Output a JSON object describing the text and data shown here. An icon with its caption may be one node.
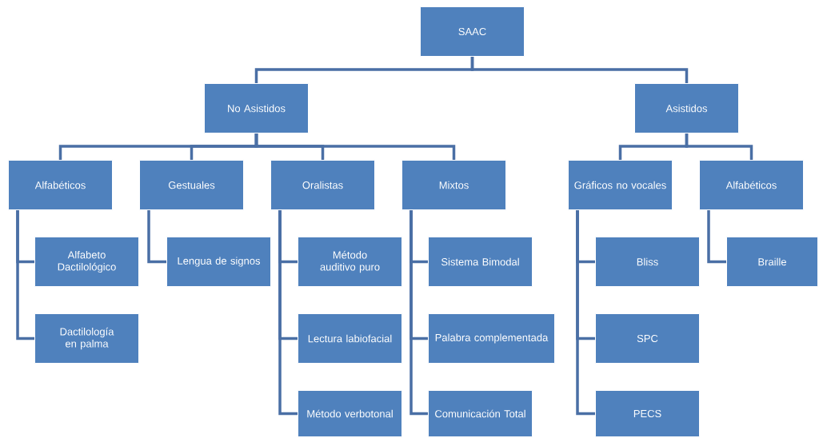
{
  "diagram": {
    "nodes": [
      {
        "text": [
          "SAAC"
        ]
      },
      {
        "text": [
          "No Asistidos"
        ]
      },
      {
        "text": [
          "Asistidos"
        ]
      },
      {
        "text": [
          "Alfabéticos"
        ]
      },
      {
        "text": [
          "Gestuales"
        ]
      },
      {
        "text": [
          "Oralistas"
        ]
      },
      {
        "text": [
          "Mixtos"
        ]
      },
      {
        "text": [
          "Gráficos no vocales"
        ]
      },
      {
        "text": [
          "Alfabéticos"
        ]
      },
      {
        "text": [
          "Alfabeto Dactilológico"
        ]
      },
      {
        "text": [
          "Dactilología en palma"
        ]
      },
      {
        "text": [
          "Lengua de signos"
        ]
      },
      {
        "text": [
          "Método auditivo puro"
        ]
      },
      {
        "text": [
          "Lectura labiofacial"
        ]
      },
      {
        "text": [
          "Método verbotonal"
        ]
      },
      {
        "text": [
          "Sistema Bimodal"
        ]
      },
      {
        "text": [
          "Palabra complementada"
        ]
      },
      {
        "text": [
          "Comunicación Total"
        ]
      },
      {
        "text": [
          "Bliss"
        ]
      },
      {
        "text": [
          "SPC"
        ]
      },
      {
        "text": [
          "PECS"
        ]
      },
      {
        "text": [
          "Braille"
        ]
      }
    ],
    "edges": [
      {
        "from": 0,
        "to": 1,
        "arrow": "none"
      },
      {
        "from": 0,
        "to": 2,
        "arrow": "none"
      },
      {
        "from": 1,
        "to": 3,
        "arrow": "none"
      },
      {
        "from": 1,
        "to": 4,
        "arrow": "none"
      },
      {
        "from": 1,
        "to": 5,
        "arrow": "none"
      },
      {
        "from": 1,
        "to": 6,
        "arrow": "none"
      },
      {
        "from": 2,
        "to": 7,
        "arrow": "none"
      },
      {
        "from": 2,
        "to": 8,
        "arrow": "none"
      },
      {
        "from": 3,
        "to": 9,
        "arrow": "none"
      },
      {
        "from": 3,
        "to": 10,
        "arrow": "none"
      },
      {
        "from": 4,
        "to": 11,
        "arrow": "none"
      },
      {
        "from": 5,
        "to": 12,
        "arrow": "none"
      },
      {
        "from": 5,
        "to": 13,
        "arrow": "none"
      },
      {
        "from": 5,
        "to": 14,
        "arrow": "none"
      },
      {
        "from": 6,
        "to": 15,
        "arrow": "none"
      },
      {
        "from": 6,
        "to": 16,
        "arrow": "none"
      },
      {
        "from": 6,
        "to": 17,
        "arrow": "none"
      },
      {
        "from": 7,
        "to": 18,
        "arrow": "none"
      },
      {
        "from": 7,
        "to": 19,
        "arrow": "none"
      },
      {
        "from": 7,
        "to": 20,
        "arrow": "none"
      },
      {
        "from": 8,
        "to": 21,
        "arrow": "none"
      }
    ]
  }
}
